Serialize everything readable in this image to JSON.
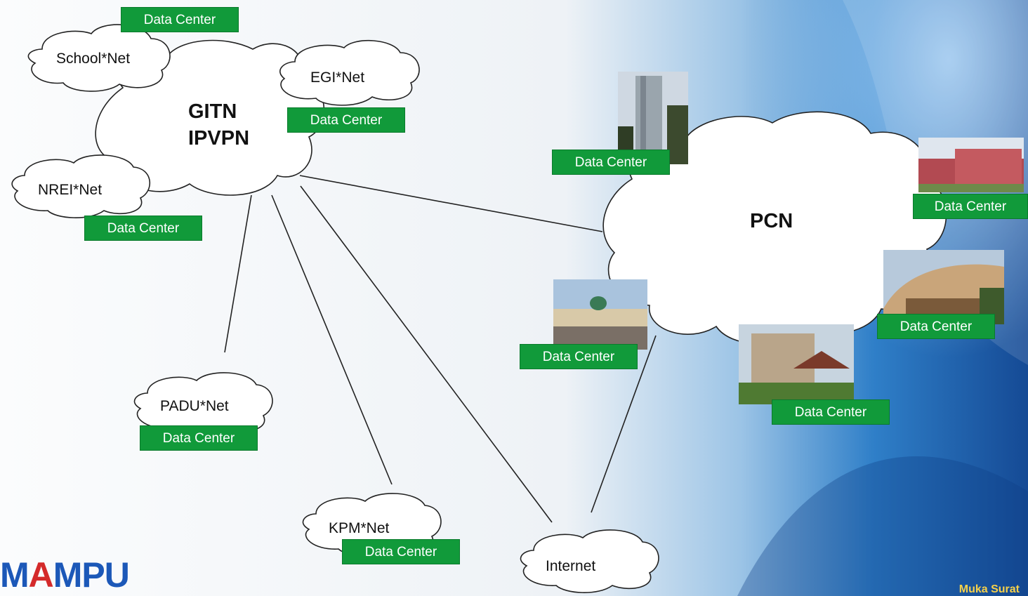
{
  "networks": {
    "gitn": {
      "line1": "GITN",
      "line2": "IPVPN"
    },
    "pcn": "PCN",
    "school": "School*Net",
    "egi": "EGI*Net",
    "nrei": "NREI*Net",
    "padu": "PADU*Net",
    "kpm": "KPM*Net",
    "internet": "Internet"
  },
  "data_center_label": "Data Center",
  "data_centers": [
    {
      "id": "dc-school",
      "label": "Data Center"
    },
    {
      "id": "dc-egi",
      "label": "Data Center"
    },
    {
      "id": "dc-nrei",
      "label": "Data Center"
    },
    {
      "id": "dc-padu",
      "label": "Data Center"
    },
    {
      "id": "dc-kpm",
      "label": "Data Center"
    },
    {
      "id": "dc-pcn-tower",
      "label": "Data Center"
    },
    {
      "id": "dc-pcn-red",
      "label": "Data Center"
    },
    {
      "id": "dc-pcn-curved",
      "label": "Data Center"
    },
    {
      "id": "dc-pcn-palace",
      "label": "Data Center"
    },
    {
      "id": "dc-pcn-campus",
      "label": "Data Center"
    }
  ],
  "logo": {
    "text_blue": "M",
    "text_red": "A",
    "rest": "MPU"
  },
  "footer": "Muka Surat",
  "colors": {
    "dc_green": "#119a3a",
    "background_blue": "#1d5fae",
    "footer_yellow": "#f5d04a"
  }
}
